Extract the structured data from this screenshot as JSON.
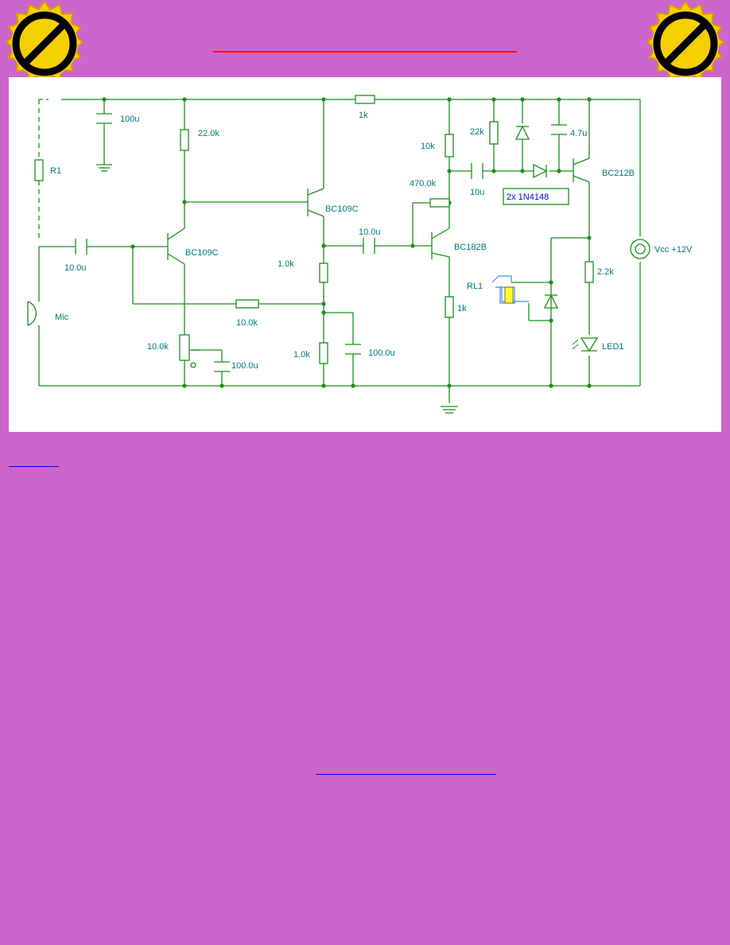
{
  "page": {
    "background": "#cc66cc",
    "title_text": "",
    "badge_icon": "no-entry-sign-icon",
    "top_link_text": "",
    "bottom_link_text": ""
  },
  "schematic": {
    "wire_color": "#1a8f1a",
    "label_color": "#007a7a",
    "part_labels": {
      "c_supply": "100u",
      "r_collector1": "22.0k",
      "r_supply": "1k",
      "r_stage3": "10k",
      "r_22k": "22k",
      "c_47": "4.7u",
      "r1": "R1",
      "c_10u": "10u",
      "diodes_note": "2x 1N4148",
      "q4": "BC212B",
      "r_470k": "470.0k",
      "q2": "BC109C",
      "c_in": "10.0u",
      "c_coupling": "10.0u",
      "q1": "BC109C",
      "q3": "BC182B",
      "vcc": "Vcc +12V",
      "r_emitter": "1.0k",
      "r_22k_led": "2.2k",
      "rl1": "RL1",
      "mic": "Mic",
      "r_feedback": "10.0k",
      "r_1k_bottom": "1k",
      "pot": "10.0k",
      "led1": "LED1",
      "c_emitter": "100.0u",
      "r_emitter2": "1.0k",
      "c_bypass": "100.0u"
    }
  }
}
